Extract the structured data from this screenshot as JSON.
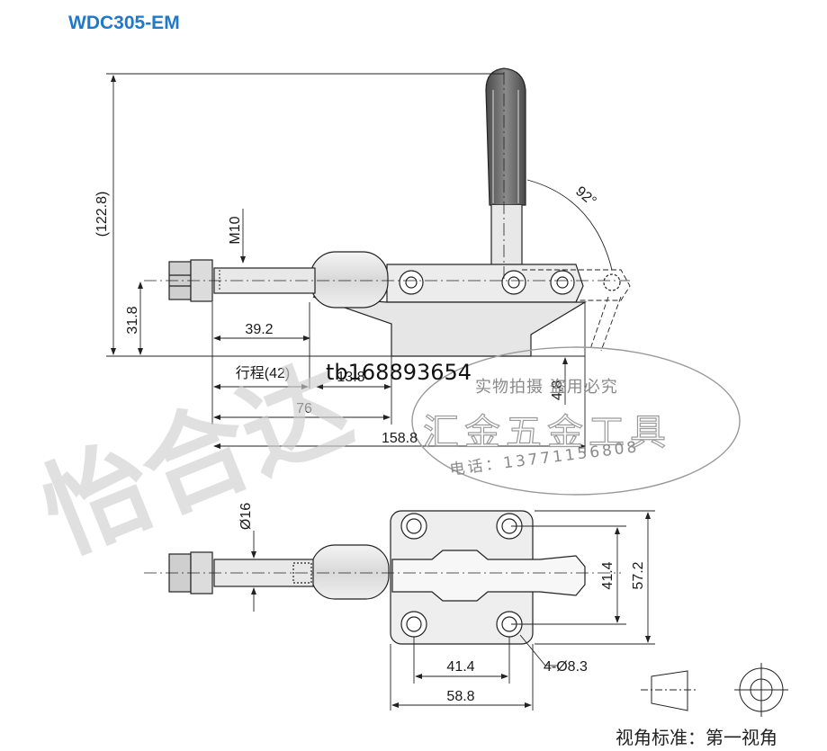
{
  "title": "WDC305-EM",
  "caption": "视角标准：第一视角",
  "watermark": {
    "brand": "怡合达",
    "seller_id": "tb168893654",
    "stamp_title": "实物拍摄 盗用必究",
    "stamp_main": "汇金五金工具",
    "stamp_phone": "电话：13771156808"
  },
  "dimensions": {
    "overall_height": "(122.8)",
    "thread": "M10",
    "rod_height": "31.8",
    "d1": "39.2",
    "stroke": "行程(42)",
    "d_small": "13.8",
    "d76": "76",
    "overall_length": "158.8",
    "d48": "4.8",
    "angle": "92°",
    "dia16": "Ø16",
    "w414": "41.4",
    "w572": "57.2",
    "b414": "41.4",
    "b588": "58.8",
    "holes": "4-Ø8.3"
  }
}
